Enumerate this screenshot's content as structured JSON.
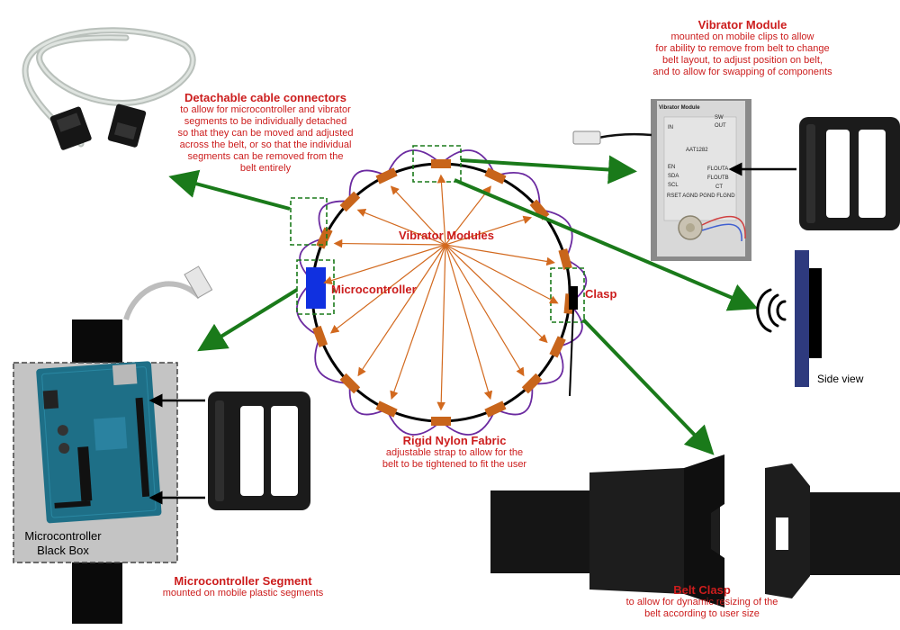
{
  "labels": {
    "cable": {
      "title": "Detachable cable connectors",
      "desc": [
        "to allow for microcontroller and vibrator",
        "segments to be individually detached",
        "so that they can be moved and adjusted",
        "across the belt, or so that the individual",
        "segments can be removed from the",
        "belt entirely"
      ]
    },
    "vibrator_module": {
      "title": "Vibrator Module",
      "desc": [
        "mounted on mobile clips to allow",
        "for ability to remove from belt to change",
        "belt layout, to adjust position on belt,",
        "and to allow for swapping of components"
      ]
    },
    "vibrator_modules": "Vibrator Modules",
    "microcontroller": "Microcontroller",
    "clasp": "Clasp",
    "nylon": {
      "title": "Rigid Nylon Fabric",
      "desc": [
        "adjustable strap to allow for the",
        "belt to be tightened to fit the user"
      ]
    },
    "segment": {
      "title": "Microcontroller Segment",
      "desc": "mounted on mobile plastic segments"
    },
    "belt_clasp": {
      "title": "Belt Clasp",
      "desc": [
        "to allow for dynamic resizing of the",
        "belt according to user size"
      ]
    },
    "side_view": "Side view",
    "black_box": [
      "Microcontroller",
      "Black Box"
    ]
  },
  "module_board": {
    "title": "Vibrator Module",
    "pins_left": [
      "IN",
      "EN",
      "SDA",
      "SCL"
    ],
    "pins_right": [
      "SW",
      "OUT",
      "FLOUTA",
      "FLOUTB",
      "CT"
    ],
    "chip": "AAT1282",
    "bottom": "RSET AGND PGND FLGND"
  },
  "colors": {
    "label_red": "#cc1d1d",
    "arrow_green": "#1a7a1a",
    "pointer_orange": "#d2691e",
    "pad_orange": "#c8651b",
    "loop_purple": "#6b2aa0",
    "micro_blue": "#1030e0",
    "dash_green": "#1a7a1a",
    "side_navy": "#2e3a7e"
  },
  "icons": [
    "ethernet-cable-icon",
    "buckle-icon",
    "arduino-board-icon",
    "vibration-icon",
    "side-release-clasp-icon"
  ]
}
